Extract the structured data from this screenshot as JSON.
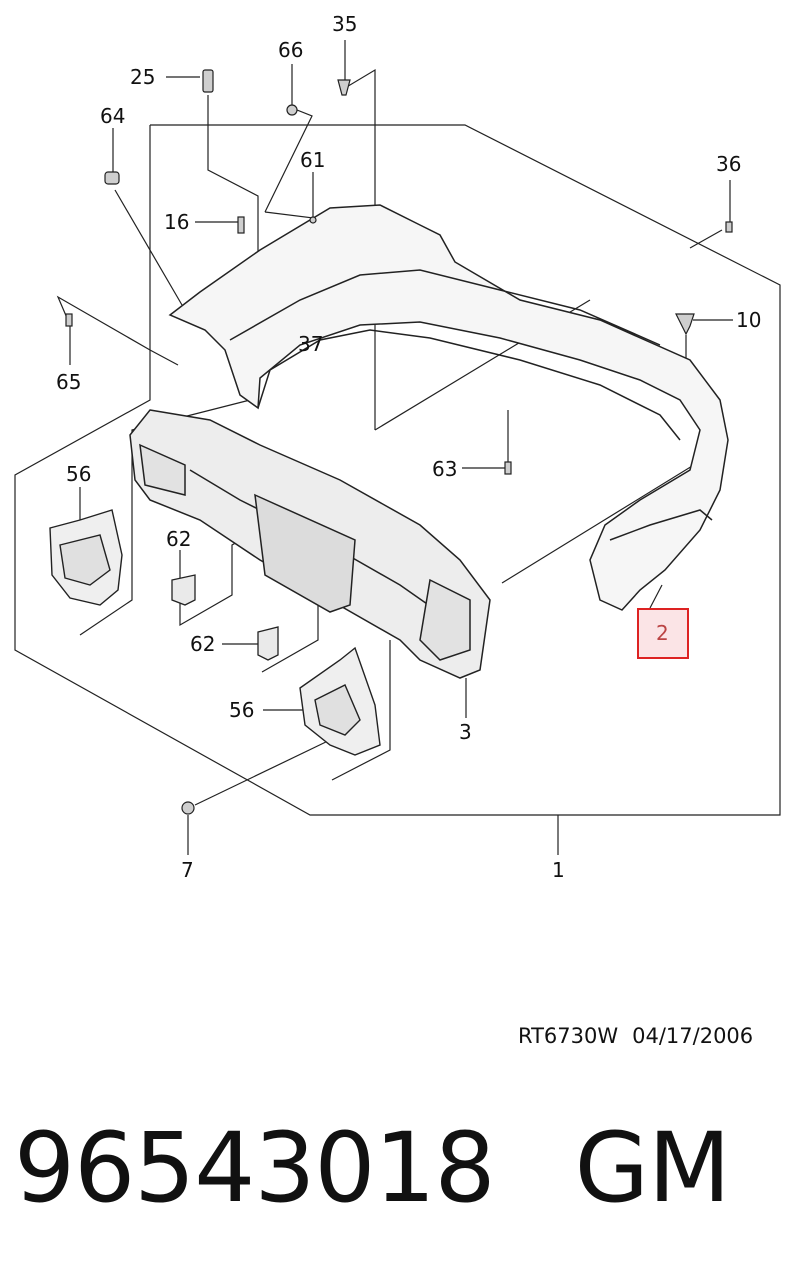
{
  "diagram": {
    "callouts": [
      {
        "id": "35",
        "label": "35"
      },
      {
        "id": "66",
        "label": "66"
      },
      {
        "id": "25",
        "label": "25"
      },
      {
        "id": "64",
        "label": "64"
      },
      {
        "id": "61",
        "label": "61"
      },
      {
        "id": "36",
        "label": "36"
      },
      {
        "id": "16",
        "label": "16"
      },
      {
        "id": "10",
        "label": "10"
      },
      {
        "id": "37",
        "label": "37"
      },
      {
        "id": "65",
        "label": "65"
      },
      {
        "id": "63",
        "label": "63"
      },
      {
        "id": "56a",
        "label": "56"
      },
      {
        "id": "62a",
        "label": "62"
      },
      {
        "id": "62b",
        "label": "62"
      },
      {
        "id": "2",
        "label": "2",
        "highlighted": true
      },
      {
        "id": "56b",
        "label": "56"
      },
      {
        "id": "3",
        "label": "3"
      },
      {
        "id": "7",
        "label": "7"
      },
      {
        "id": "1",
        "label": "1"
      }
    ],
    "highlight_color": "#dd2222",
    "highlight_fill": "#fbe4e6"
  },
  "footer": {
    "drawing_code": "RT6730W",
    "date": "04/17/2006",
    "part_number": "96543018",
    "brand": "GM"
  }
}
